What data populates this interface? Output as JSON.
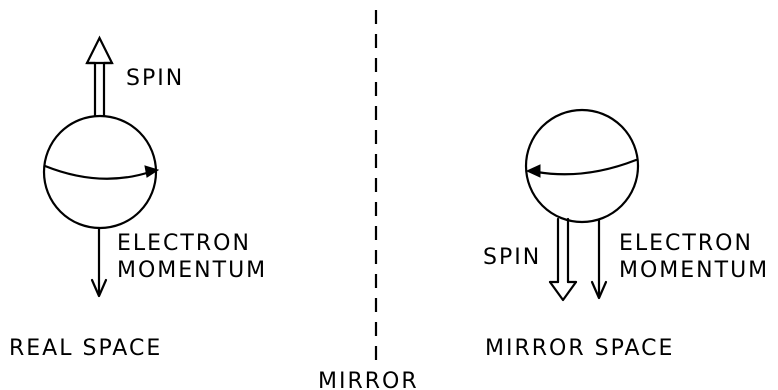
{
  "real_side": {
    "spin_label": "SPIN",
    "momentum_label_line1": "ELECTRON",
    "momentum_label_line2": "MOMENTUM",
    "caption": "REAL SPACE"
  },
  "mirror_side": {
    "spin_label": "SPIN",
    "momentum_label_line1": "ELECTRON",
    "momentum_label_line2": "MOMENTUM",
    "caption": "MIRROR SPACE"
  },
  "mirror": {
    "label": "MIRROR"
  },
  "colors": {
    "ink": "#000000",
    "background": "#ffffff"
  }
}
